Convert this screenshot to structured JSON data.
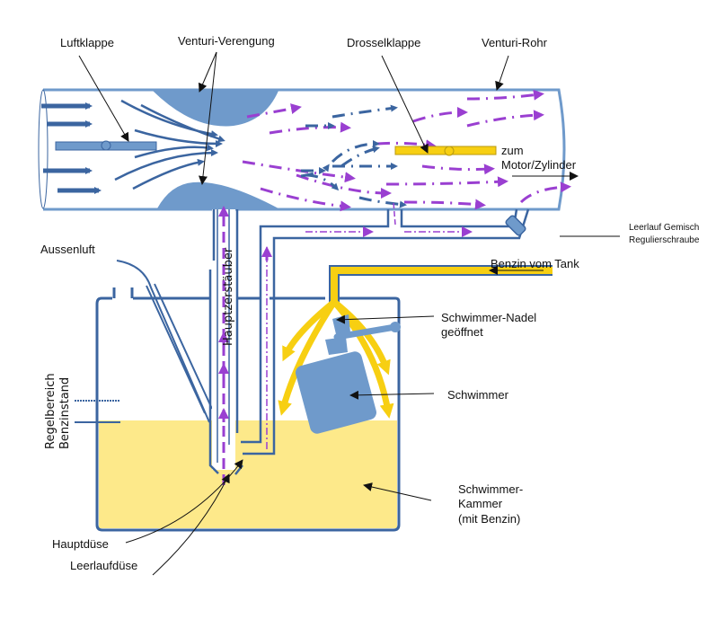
{
  "colors": {
    "pipe_blue": "#3b65a0",
    "light_blue": "#6f9acb",
    "mixture_purple": "#9a3fd1",
    "fuel_yellow": "#f7cf12",
    "fuel_fill": "#fde98a"
  },
  "labels": {
    "luftklappe": "Luftklappe",
    "venturi_verengung": "Venturi-Verengung",
    "drosselklappe": "Drosselklappe",
    "venturi_rohr": "Venturi-Rohr",
    "zum_motor_1": "zum",
    "zum_motor_2": "Motor/Zylinder",
    "leerlauf_1": "Leerlauf Gemisch",
    "leerlauf_2": "Regulierschraube",
    "aussenluft": "Aussenluft",
    "benzin_vom_tank": "Benzin vom Tank",
    "hauptzerstaeuber": "Hauptzerstäuber",
    "nadel_1": "Schwimmer-Nadel",
    "nadel_2": "geöffnet",
    "schwimmer": "Schwimmer",
    "regel_1": "Regelbereich",
    "regel_2": "Benzinstand",
    "kammer_1": "Schwimmer-",
    "kammer_2": "Kammer",
    "kammer_3": "(mit Benzin)",
    "hauptduese": "Hauptdüse",
    "leerlaufduese": "Leerlaufdüse"
  }
}
